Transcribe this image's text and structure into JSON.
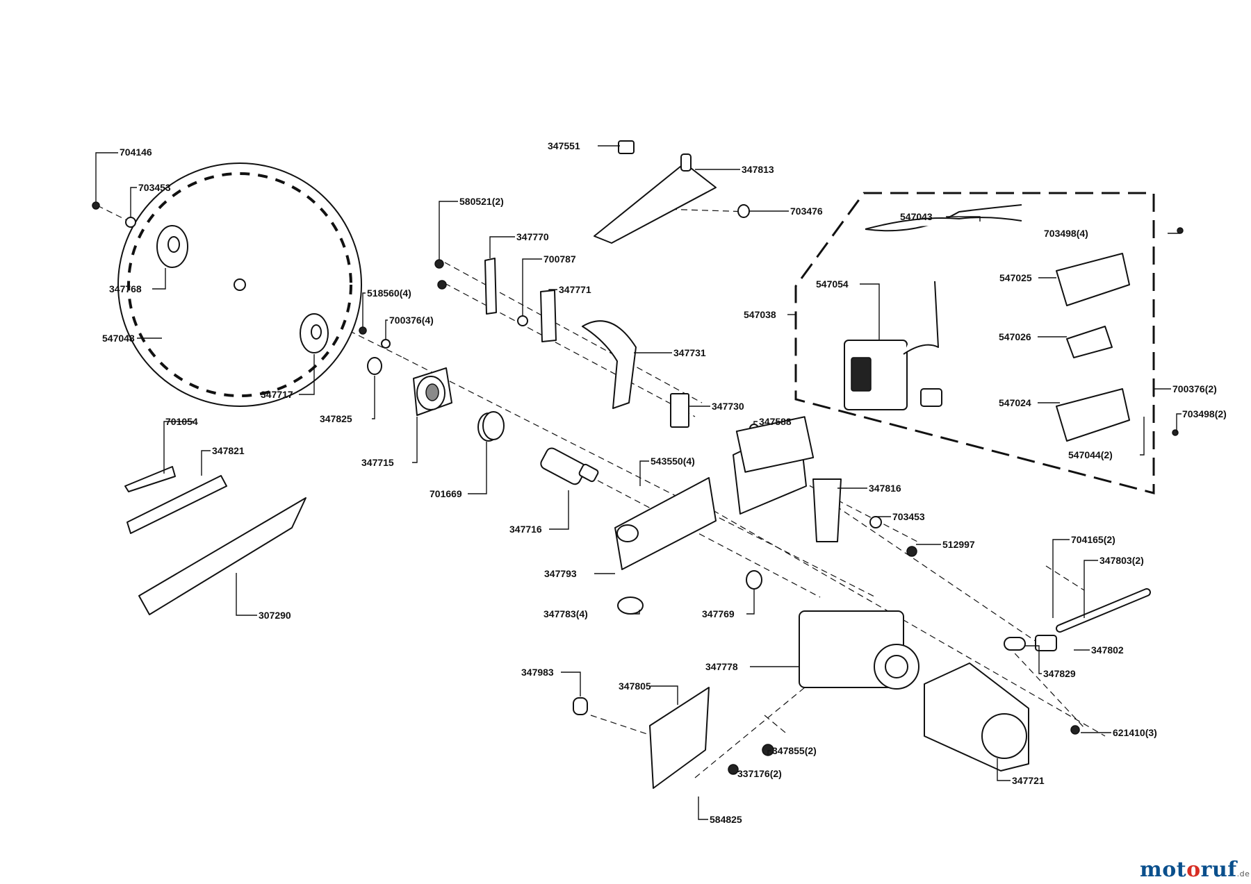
{
  "diagram": {
    "labels": [
      "704146",
      "703453",
      "347768",
      "547048",
      "347717",
      "347825",
      "518560(4)",
      "700376(4)",
      "347715",
      "701669",
      "580521(2)",
      "347770",
      "700787",
      "347771",
      "347731",
      "347730",
      "347551",
      "347813",
      "703476",
      "347588",
      "543550(4)",
      "347716",
      "347816",
      "703453",
      "512997",
      "347793",
      "347783(4)",
      "347769",
      "347778",
      "347983",
      "347805",
      "347855(2)",
      "337176(2)",
      "584825",
      "347721",
      "621410(3)",
      "704165(2)",
      "347803(2)",
      "347802",
      "347829",
      "701054",
      "347821",
      "307290",
      "547043",
      "703498(4)",
      "547025",
      "547054",
      "547038",
      "547026",
      "547024",
      "700376(2)",
      "703498(2)",
      "547044(2)"
    ]
  },
  "logo": {
    "part1": "mot",
    "part2": "o",
    "part3": "ruf",
    "domain": ".de"
  }
}
